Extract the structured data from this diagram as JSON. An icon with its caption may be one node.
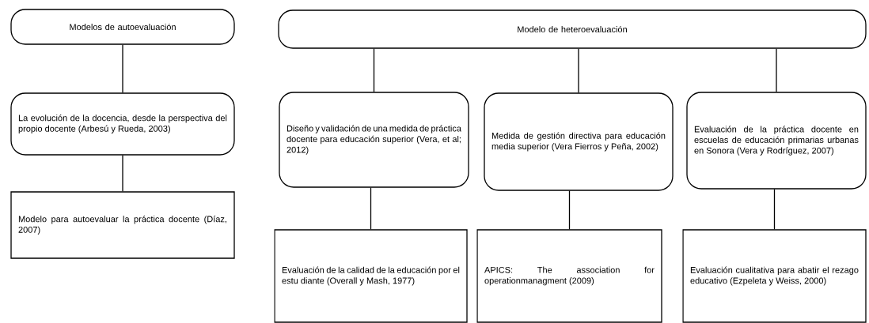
{
  "diagram": {
    "nodes": [
      {
        "text": [
          "Modelos de autoevaluación"
        ]
      },
      {
        "text": [
          "La evolución de la docencia, desde la perspectiva del propio docente (Arbesú y Rueda, 2003)"
        ]
      },
      {
        "text": [
          "Modelo para autoevaluar la práctica docente (Díaz, 2007)"
        ]
      },
      {
        "text": [
          "Modelo de heteroevaluación"
        ]
      },
      {
        "text": [
          "Diseño y validación de una medida de práctica docente para educación superior (Vera, et al; 2012)"
        ]
      },
      {
        "text": [
          "Medida de gestión directiva para educación media superior (Vera Fierros y Peña, 2002)"
        ]
      },
      {
        "text": [
          "Evaluación de la práctica docente en escuelas de educación primarias urbanas en Sonora (Vera y Rodríguez, 2007)"
        ]
      },
      {
        "text": [
          "Evaluación de la calidad de la educación por el estu diante (Overall y Mash, 1977)"
        ]
      },
      {
        "text": [
          "APICS: The association for operationmanagment (2009)"
        ]
      },
      {
        "text": [
          "Evaluación cualitativa para abatir el rezago educativo (Ezpeleta y Weiss, 2000)"
        ]
      }
    ],
    "edges": [
      {
        "from": 0,
        "to": 1,
        "arrow": "none"
      },
      {
        "from": 1,
        "to": 2,
        "arrow": "none"
      },
      {
        "from": 3,
        "to": 4,
        "arrow": "none"
      },
      {
        "from": 3,
        "to": 5,
        "arrow": "none"
      },
      {
        "from": 3,
        "to": 6,
        "arrow": "none"
      },
      {
        "from": 4,
        "to": 7,
        "arrow": "none"
      },
      {
        "from": 5,
        "to": 8,
        "arrow": "none"
      },
      {
        "from": 6,
        "to": 9,
        "arrow": "none"
      }
    ]
  }
}
